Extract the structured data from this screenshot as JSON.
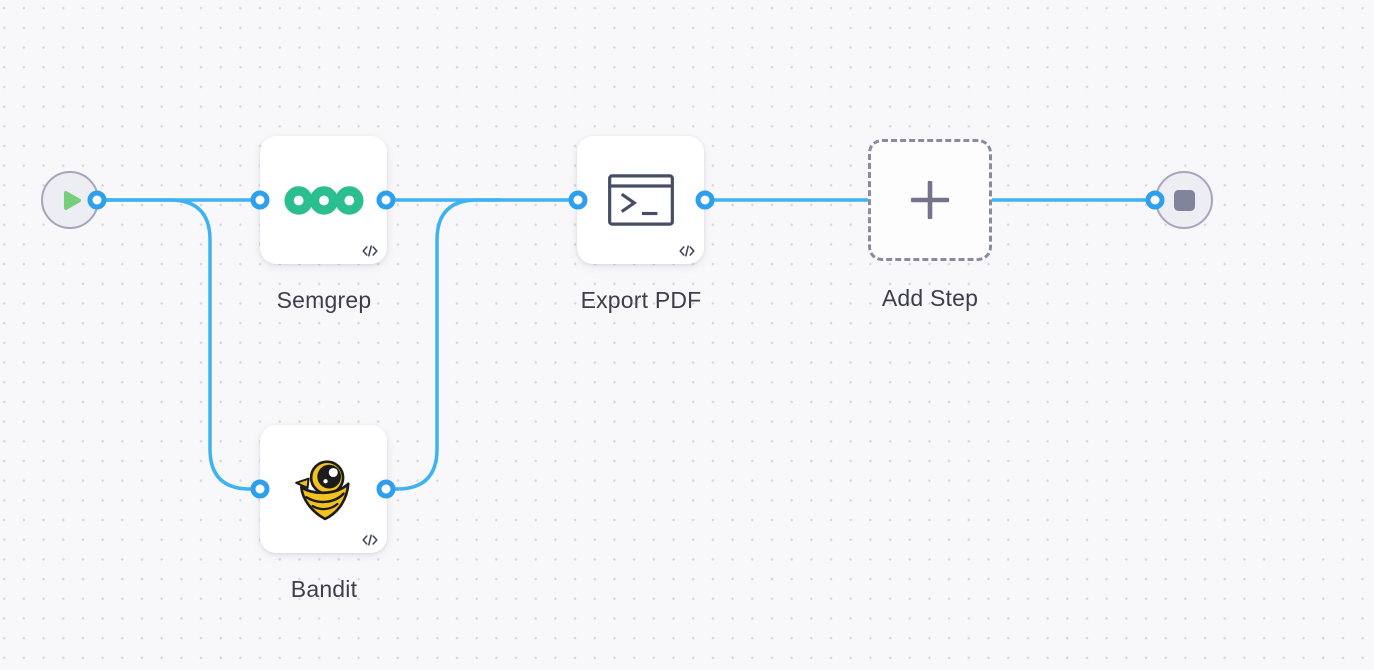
{
  "canvas": {
    "name": "workflow-editor-canvas",
    "colors": {
      "background": "#f8f8fb",
      "grid_dot": "#d7d7e0",
      "edge_blue": "#3fb2f2",
      "handle_blue": "#2d9fec",
      "semgrep_green": "#2bbf8f",
      "bandit_yellow": "#f2c31f",
      "play_green": "#77ce7c",
      "stop_gray": "#83839c",
      "dashed_border_gray": "#8a8aa2",
      "label_text": "#3d3d4c"
    }
  },
  "nodes": {
    "start": {
      "icon": "play-icon"
    },
    "semgrep": {
      "label": "Semgrep",
      "icon": "semgrep-rings-logo",
      "badge": "code-icon"
    },
    "bandit": {
      "label": "Bandit",
      "icon": "bandit-mascot-logo",
      "badge": "code-icon"
    },
    "export_pdf": {
      "label": "Export PDF",
      "icon": "terminal-icon",
      "badge": "code-icon"
    },
    "add_step": {
      "label": "Add Step",
      "icon": "plus-icon"
    },
    "end": {
      "icon": "stop-icon"
    }
  }
}
